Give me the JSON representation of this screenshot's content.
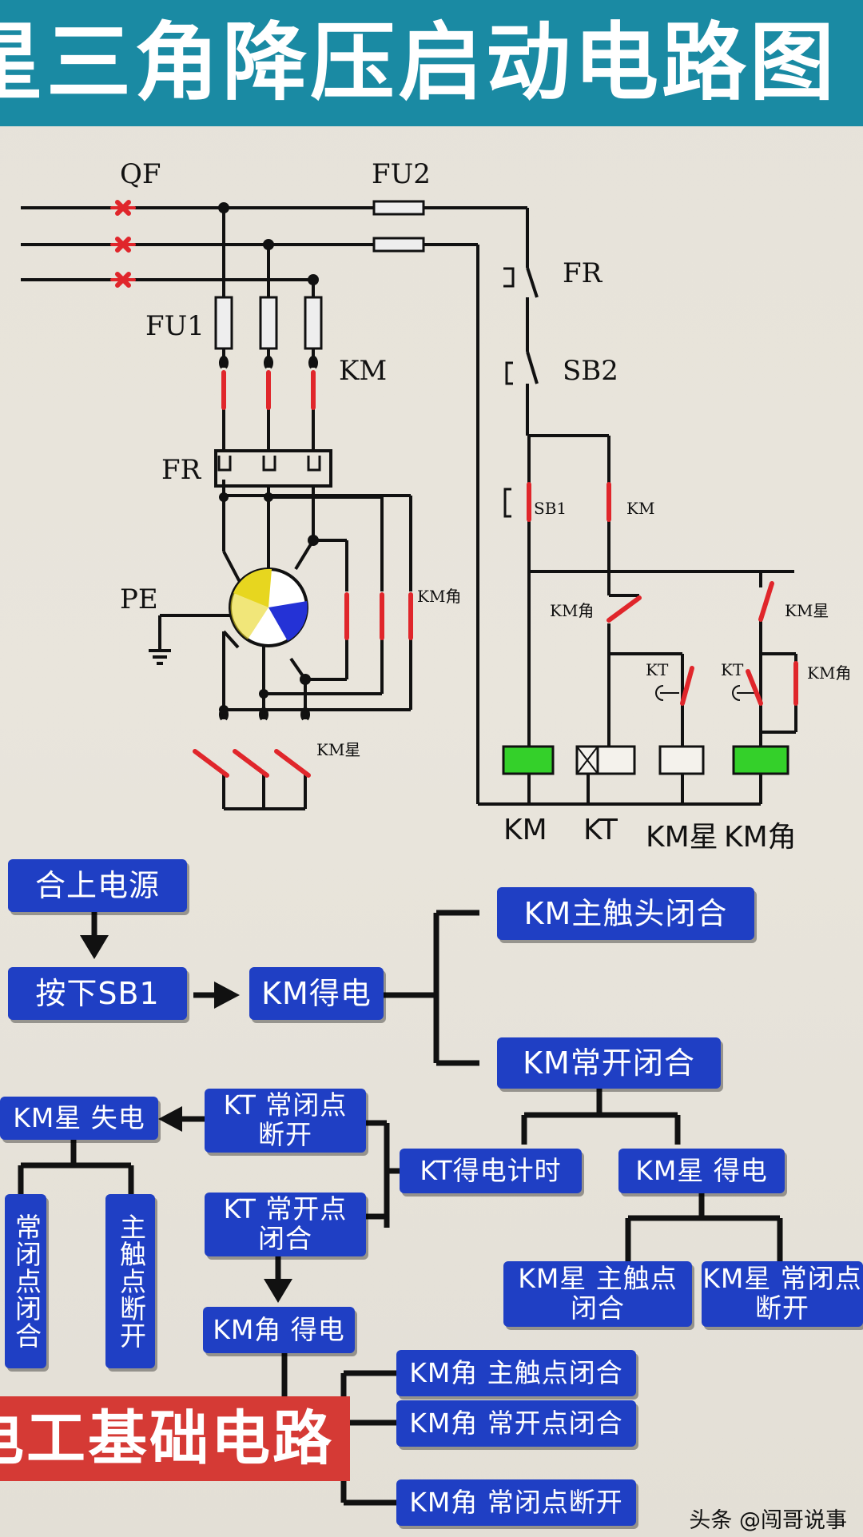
{
  "title": "星三角降压启动电路图",
  "circuit_labels": {
    "qf": "QF",
    "fu2": "FU2",
    "fu1": "FU1",
    "km_main": "KM",
    "fr_main": "FR",
    "pe": "PE",
    "km_jiao_power": "KM角",
    "km_xing_power": "KM星",
    "fr_ctrl": "FR",
    "sb2": "SB2",
    "sb1": "SB1",
    "km_aux": "KM",
    "km_jiao_nc": "KM角",
    "km_xing_nc": "KM星",
    "kt1": "KT",
    "kt2": "KT",
    "km_jiao_hold": "KM角",
    "coil_km": "KM",
    "coil_kt": "KT",
    "coil_xing": "KM星",
    "coil_jiao": "KM角"
  },
  "flow": {
    "power_on": "合上电源",
    "press_sb1": "按下SB1",
    "km_energized": "KM得电",
    "km_main_close": "KM主触头闭合",
    "km_no_close": "KM常开闭合",
    "kt_timing": "KT得电计时",
    "km_xing_on": "KM星  得电",
    "km_xing_main": "KM星  主触点\n闭合",
    "km_xing_nc_open": "KM星  常闭点\n断开",
    "kt_nc_open": "KT  常闭点\n断开",
    "kt_no_close": "KT  常开点\n闭合",
    "km_xing_off": "KM星  失电",
    "nc_close": "常闭点闭合",
    "main_open": "主触点断开",
    "km_jiao_on": "KM角  得电",
    "km_jiao_main": "KM角  主触点闭合",
    "km_jiao_no": "KM角  常开点闭合",
    "km_jiao_nc": "KM角  常闭点断开"
  },
  "footer_banner": "电工基础电路",
  "watermark": "头条 @闯哥说事",
  "colors": {
    "header": "#1a8aa3",
    "box": "#1f3fc4",
    "contact_red": "#e0262b",
    "coil_green": "#34d02a",
    "banner": "#d53a35",
    "motor_yellow": "#e7d61f",
    "motor_blue": "#2432d6"
  }
}
